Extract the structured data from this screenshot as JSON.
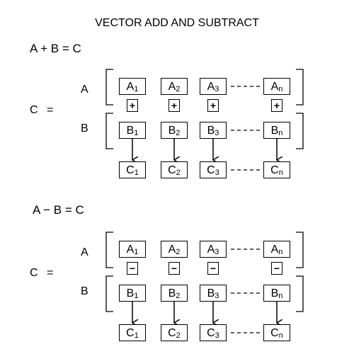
{
  "title": "VECTOR ADD AND SUBTRACT",
  "sections": [
    {
      "equation": "A + B = C",
      "c_label": "C",
      "c_equals": "=",
      "row_a_label": "A",
      "row_b_label": "B",
      "operator": "+",
      "a_cells": [
        {
          "b": "A",
          "s": "1"
        },
        {
          "b": "A",
          "s": "2"
        },
        {
          "b": "A",
          "s": "3"
        },
        {
          "b": "A",
          "s": "n"
        }
      ],
      "b_cells": [
        {
          "b": "B",
          "s": "1"
        },
        {
          "b": "B",
          "s": "2"
        },
        {
          "b": "B",
          "s": "3"
        },
        {
          "b": "B",
          "s": "n"
        }
      ],
      "c_cells": [
        {
          "b": "C",
          "s": "1"
        },
        {
          "b": "C",
          "s": "2"
        },
        {
          "b": "C",
          "s": "3"
        },
        {
          "b": "C",
          "s": "n"
        }
      ]
    },
    {
      "equation": "A − B = C",
      "c_label": "C",
      "c_equals": "=",
      "row_a_label": "A",
      "row_b_label": "B",
      "operator": "−",
      "a_cells": [
        {
          "b": "A",
          "s": "1"
        },
        {
          "b": "A",
          "s": "2"
        },
        {
          "b": "A",
          "s": "3"
        },
        {
          "b": "A",
          "s": "n"
        }
      ],
      "b_cells": [
        {
          "b": "B",
          "s": "1"
        },
        {
          "b": "B",
          "s": "2"
        },
        {
          "b": "B",
          "s": "3"
        },
        {
          "b": "B",
          "s": "n"
        }
      ],
      "c_cells": [
        {
          "b": "C",
          "s": "1"
        },
        {
          "b": "C",
          "s": "2"
        },
        {
          "b": "C",
          "s": "3"
        },
        {
          "b": "C",
          "s": "n"
        }
      ]
    }
  ]
}
